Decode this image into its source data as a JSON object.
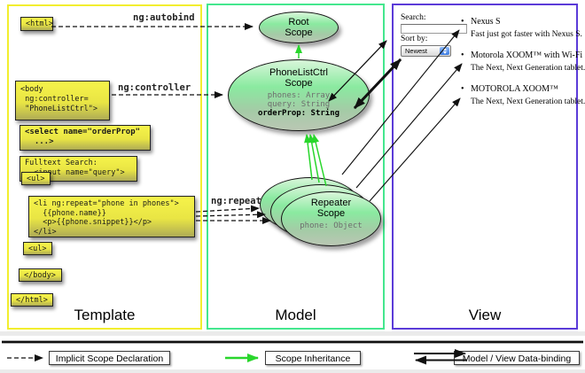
{
  "columns": {
    "template": {
      "title": "Template"
    },
    "model": {
      "title": "Model"
    },
    "view": {
      "title": "View"
    }
  },
  "annotations": {
    "autobind": "ng:autobind",
    "controller": "ng:controller",
    "repeat": "ng:repeat"
  },
  "template": {
    "html_open": "<html>",
    "body_open": "<body\n ng:controller=\n \"PhoneListCtrl\">",
    "select": "<select name=\"orderProp\"\n  ...>",
    "fulltext": "Fulltext Search:\n  <input name=\"query\">",
    "ul_open": "<ul>",
    "li_repeat": "<li ng:repeat=\"phone in phones\">\n  {{phone.name}}\n  <p>{{phone.snippet}}</p>\n</li>",
    "ul_close": "<ul>",
    "body_close": "</body>",
    "html_close": "</html>"
  },
  "model": {
    "root_scope": {
      "title": "Root\nScope"
    },
    "phonelist_scope": {
      "title": "PhoneListCtrl\nScope",
      "prop_phones": "phones: Array",
      "prop_query": "query: String",
      "prop_orderprop": "orderProp: String"
    },
    "repeater_scope": {
      "title": "Repeater\nScope",
      "prop_phone": "phone: Object"
    }
  },
  "view": {
    "search_label": "Search:",
    "search_value": "",
    "sort_label": "Sort by:",
    "sort_value": "Newest",
    "items": [
      {
        "name": "Nexus S",
        "desc": "Fast just got faster with Nexus S."
      },
      {
        "name": "Motorola XOOM™ with Wi-Fi",
        "desc": "The Next, Next Generation tablet."
      },
      {
        "name": "MOTOROLA XOOM™",
        "desc": "The Next, Next Generation tablet."
      }
    ]
  },
  "legend": {
    "implicit": "Implicit Scope Declaration",
    "inheritance": "Scope Inheritance",
    "databinding": "Model / View Data-binding"
  },
  "colors": {
    "template_border": "#f2ee2e",
    "model_border": "#44e78e",
    "view_border": "#5b3bd8",
    "inheritance_green": "#29d62c",
    "code_box_yellow": "#efec45"
  }
}
